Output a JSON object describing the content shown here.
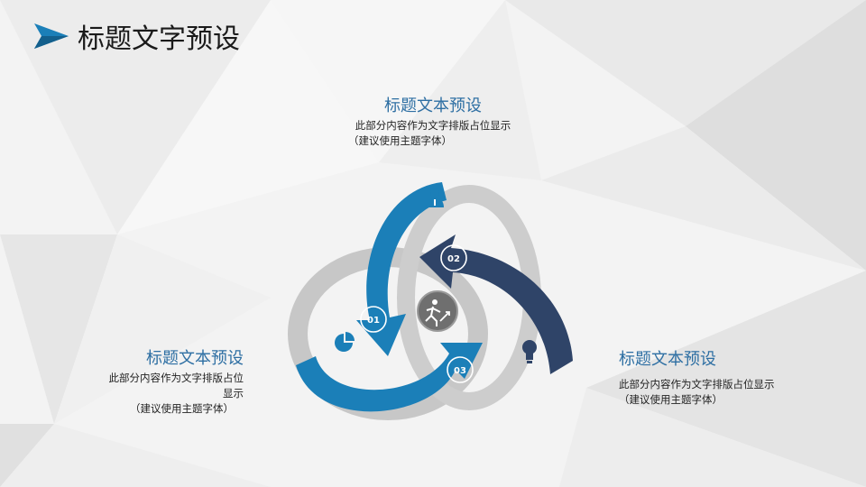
{
  "page": {
    "title": "标题文字预设"
  },
  "blocks": {
    "top": {
      "heading": "标题文本预设",
      "body_line1": "此部分内容作为文字排版占位显示",
      "body_line2": "（建议使用主题字体）"
    },
    "left": {
      "heading": "标题文本预设",
      "body_line1": "此部分内容作为文字排版占位",
      "body_line1b": "显示",
      "body_line2": "（建议使用主题字体）"
    },
    "right": {
      "heading": "标题文本预设",
      "body_line1": "此部分内容作为文字排版占位显示",
      "body_line2": "（建议使用主题字体）"
    }
  },
  "cycle": {
    "steps": [
      {
        "number": "01",
        "icon": "pie-chart-icon",
        "color": "#1b7fb8"
      },
      {
        "number": "02",
        "icon": "person-icon",
        "color": "#2f4468"
      },
      {
        "number": "03",
        "icon": "lightbulb-icon",
        "color": "#1b7fb8"
      }
    ],
    "center_icon": "running-man-icon",
    "ring_color": "#c7c7c7"
  },
  "colors": {
    "accent": "#1b7fb8",
    "dark": "#2f4468",
    "gray": "#c7c7c7",
    "heading": "#2e6fa3"
  }
}
